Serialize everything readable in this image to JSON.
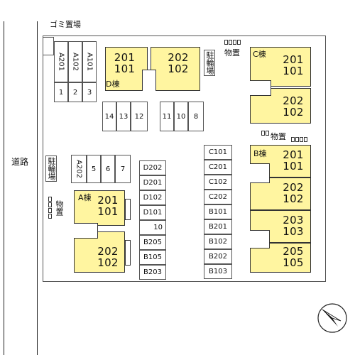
{
  "labels": {
    "road": "道路",
    "garbage": "ゴミ置場",
    "storage_top": "物置",
    "storage_c": "物置",
    "storage_a": "物置",
    "bike_top": "駐輪場",
    "bike_left": "駐輪場"
  },
  "buildings": {
    "A": {
      "tag": "A棟",
      "units": [
        [
          "201",
          "101"
        ],
        [
          "202",
          "102"
        ]
      ]
    },
    "B": {
      "tag": "B棟",
      "units": [
        [
          "201",
          "101"
        ],
        [
          "202",
          "102"
        ],
        [
          "203",
          "103"
        ],
        [
          "205",
          "105"
        ]
      ]
    },
    "C": {
      "tag": "C棟",
      "units": [
        [
          "201",
          "101"
        ],
        [
          "202",
          "102"
        ]
      ]
    },
    "D": {
      "tag": "D棟",
      "units": [
        [
          "201",
          "101"
        ],
        [
          "202",
          "102"
        ]
      ]
    }
  },
  "parking": {
    "top_left": [
      "A201",
      "A102",
      "A101"
    ],
    "top_left_row2": [
      "1",
      "2",
      "3"
    ],
    "middle_left": [
      "14",
      "13",
      "12"
    ],
    "middle_right": [
      "11",
      "10",
      "8"
    ],
    "row_a": [
      "A202",
      "5",
      "6",
      "7"
    ],
    "col_d": [
      "D202",
      "D201",
      "D102",
      "D101",
      "10",
      "B205",
      "B105",
      "B203"
    ],
    "col_c": [
      "C101",
      "C201",
      "C102",
      "C202",
      "B101",
      "B201",
      "B102",
      "B202",
      "B103"
    ]
  },
  "compass": "north-arrow"
}
